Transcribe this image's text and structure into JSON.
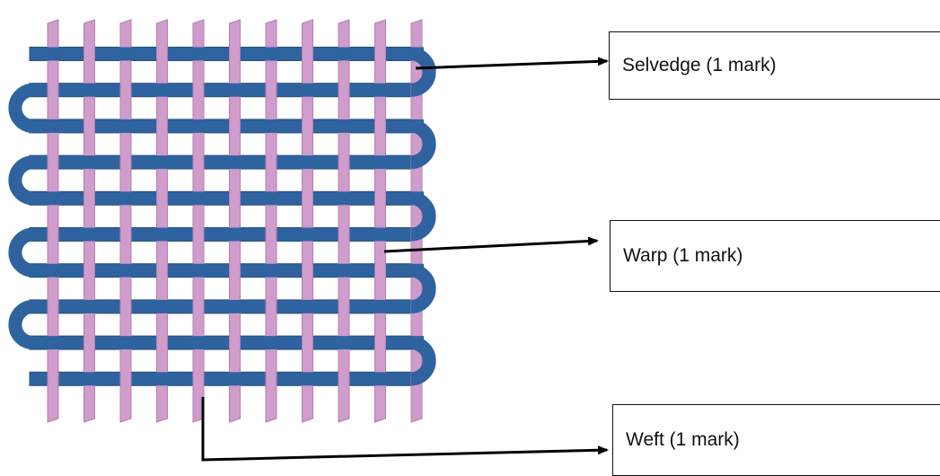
{
  "labels": {
    "selvedge": "Selvedge (1 mark)",
    "warp": "Warp (1 mark)",
    "weft": "Weft (1 mark)"
  },
  "colors": {
    "warp_thread": "#cf9ccc",
    "warp_thread_edge": "#b47fb1",
    "weft_thread": "#2f63a0",
    "weft_thread_edge": "#244f82",
    "arrow": "#000000",
    "background": "#ffffff"
  },
  "fabric": {
    "warp_thread_count": 11,
    "weft_pass_count": 10,
    "weave": "plain"
  }
}
